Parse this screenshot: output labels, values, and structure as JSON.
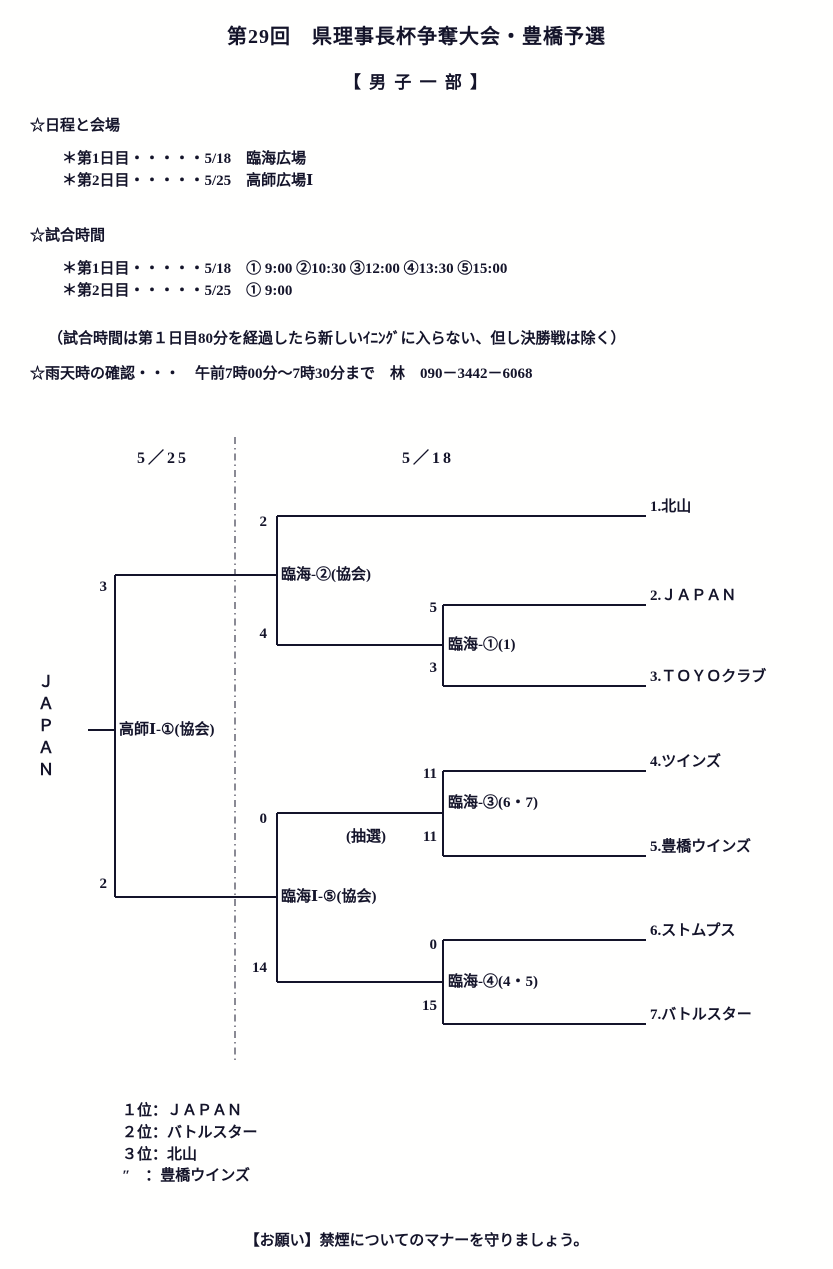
{
  "ink_color": "#14142a",
  "title": "第29回　県理事長杯争奪大会・豊橋予選",
  "subtitle": "【 男 子 一 部 】",
  "schedule": {
    "heading": "☆日程と会場",
    "items": [
      "＊第1日目・・・・・5/18　臨海広場",
      "＊第2日目・・・・・5/25　高師広場Ⅰ"
    ]
  },
  "match_times": {
    "heading": "☆試合時間",
    "items": [
      "＊第1日目・・・・・5/18　① 9:00 ②10:30 ③12:00 ④13:30 ⑤15:00",
      "＊第2日目・・・・・5/25　① 9:00"
    ]
  },
  "note": "（試合時間は第１日目80分を経過したら新しいｲﾆﾝｸﾞに入らない、但し決勝戦は除く）",
  "rain_info": "☆雨天時の確認・・・　午前7時00分～7時30分まで　林　090－3442－6068",
  "bracket": {
    "round_dates": {
      "left": "5／25",
      "right": "5／18"
    },
    "teams": [
      "1.北山",
      "2.ＪＡＰＡＮ",
      "3.ＴＯＹＯクラブ",
      "4.ツインズ",
      "5.豊橋ウインズ",
      "6.ストムプス",
      "7.バトルスター"
    ],
    "champion": "ＪＡＰＡＮ",
    "matches": {
      "m1": {
        "label": "臨海-①(1)",
        "score_top": "5",
        "score_bottom": "3"
      },
      "m2": {
        "label": "臨海-②(協会)",
        "score_top": "2",
        "score_bottom": "4"
      },
      "m3": {
        "label": "臨海-③(6・7)",
        "score_top": "11",
        "score_bottom": "11",
        "annotation": "(抽選)"
      },
      "m4": {
        "label": "臨海-④(4・5)",
        "score_top": "0",
        "score_bottom": "15"
      },
      "m5": {
        "label": "臨海Ⅰ-⑤(協会)",
        "score_top": "0",
        "score_bottom": "14"
      },
      "final": {
        "label": "高師Ⅰ-①(協会)",
        "score_top": "3",
        "score_bottom": "2"
      }
    }
  },
  "results": {
    "items": [
      "１位：ＪＡＰＡＮ",
      "２位：バトルスター",
      "３位：北山",
      "″　：豊橋ウインズ"
    ]
  },
  "footer": "【お願い】禁煙についてのマナーを守りましょう。"
}
